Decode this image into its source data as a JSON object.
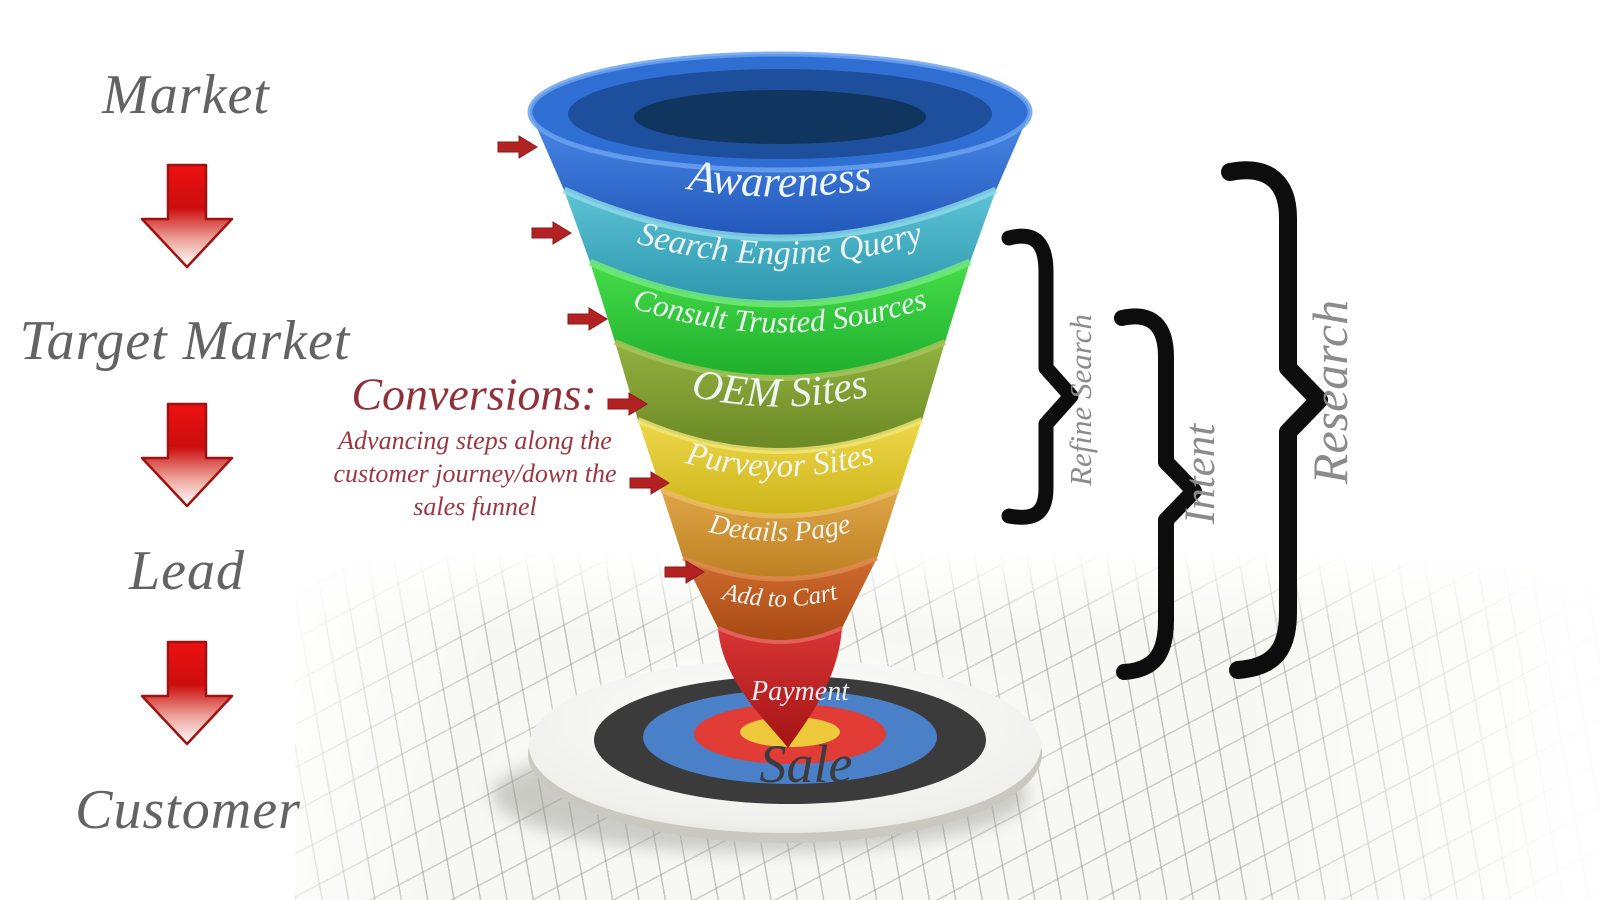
{
  "diagram_title": "Sales Funnel Diagram",
  "left_flow": {
    "items": [
      {
        "label": "Market"
      },
      {
        "label": "Target Market"
      },
      {
        "label": "Lead"
      },
      {
        "label": "Customer"
      }
    ]
  },
  "conversions": {
    "title": "Conversions:",
    "lines": [
      "Advancing steps along the",
      "customer journey/down the",
      "sales funnel"
    ]
  },
  "funnel": {
    "stages": [
      {
        "label": "Awareness",
        "color": "#2d6fd6"
      },
      {
        "label": "Search Engine Query",
        "color": "#3cb0c6"
      },
      {
        "label": "Consult Trusted Sources",
        "color": "#2fca35"
      },
      {
        "label": "OEM Sites",
        "color": "#7f9d31"
      },
      {
        "label": "Purveyor Sites",
        "color": "#e2c92b"
      },
      {
        "label": "Details Page",
        "color": "#d29334"
      },
      {
        "label": "Add to Cart",
        "color": "#c25a20"
      },
      {
        "label": "Payment",
        "color": "#c42525"
      }
    ]
  },
  "target": {
    "label": "Sale",
    "ring_colors": [
      "#f2f2ee",
      "#3b3b3b",
      "#4a80c8",
      "#e23c36",
      "#eec93b"
    ]
  },
  "braces": [
    {
      "label": "Refine Search"
    },
    {
      "label": "Intent"
    },
    {
      "label": "Research"
    }
  ],
  "colors": {
    "flow_arrow_red": "#d40f0f",
    "pointer_arrow_red": "#b22222",
    "annotation_maroon": "#92303a",
    "flow_text_gray": "#636363",
    "brace_black": "#0d0d0d"
  },
  "icons": {
    "flow_step": "down-arrow",
    "stage_pointer": "right-arrow",
    "grouping": "curly-brace"
  }
}
